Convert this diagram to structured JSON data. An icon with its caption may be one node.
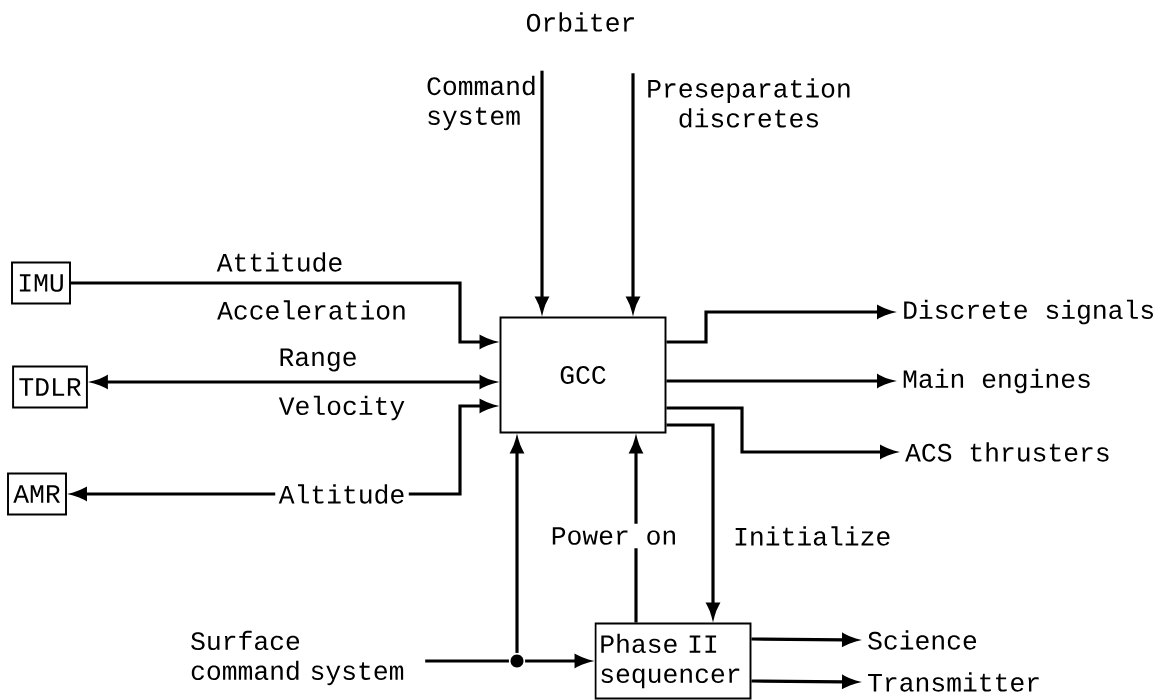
{
  "diagram": {
    "nodes": [
      {
        "text": [
          "IMU"
        ]
      },
      {
        "text": [
          "TDLR"
        ]
      },
      {
        "text": [
          "AMR"
        ]
      },
      {
        "text": [
          "GCC"
        ]
      },
      {
        "text": [
          "Phase II sequencer"
        ]
      },
      {
        "text": [
          "Command system"
        ]
      },
      {
        "text": [
          "Preseparation discretes"
        ]
      },
      {
        "text": [
          "Discrete signals"
        ]
      },
      {
        "text": [
          "Main engines"
        ]
      },
      {
        "text": [
          "ACS thrusters"
        ]
      },
      {
        "text": [
          "Science"
        ]
      },
      {
        "text": [
          "Transmitter"
        ]
      },
      {
        "text": [
          "Surface command system"
        ]
      },
      {
        "text": [],
        "shape": "circle"
      }
    ],
    "edges": [
      {
        "from": 0,
        "to": 3,
        "arrow": "to",
        "label": "Attitude"
      },
      {
        "from": 1,
        "to": 3,
        "arrow": "both",
        "label": "Range"
      },
      {
        "from": 2,
        "to": 3,
        "arrow": "both",
        "label": "Altitude"
      },
      {
        "from": 5,
        "to": 3,
        "arrow": "to"
      },
      {
        "from": 6,
        "to": 3,
        "arrow": "to"
      },
      {
        "from": 3,
        "to": 7,
        "arrow": "to"
      },
      {
        "from": 3,
        "to": 8,
        "arrow": "to"
      },
      {
        "from": 3,
        "to": 9,
        "arrow": "to"
      },
      {
        "from": 3,
        "to": 4,
        "arrow": "to",
        "label": "Initialize"
      },
      {
        "from": 4,
        "to": 3,
        "arrow": "to",
        "label": "Power on"
      },
      {
        "from": 12,
        "to": 13,
        "arrow": "none"
      },
      {
        "from": 13,
        "to": 4,
        "arrow": "to"
      },
      {
        "from": 13,
        "to": 3,
        "arrow": "to"
      },
      {
        "from": 4,
        "to": 10,
        "arrow": "to"
      },
      {
        "from": 4,
        "to": 11,
        "arrow": "to"
      }
    ],
    "labels": [
      "Orbiter",
      "Acceleration",
      "Velocity"
    ]
  }
}
